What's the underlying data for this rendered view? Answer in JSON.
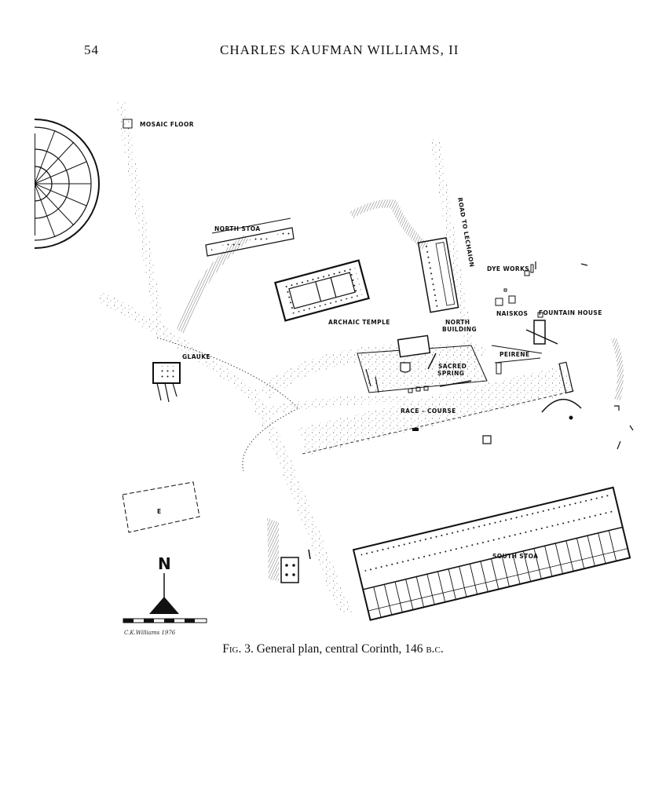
{
  "header": {
    "page_number": "54",
    "author": "CHARLES KAUFMAN WILLIAMS, II"
  },
  "plan_labels": {
    "mosaic_floor": "MOSAIC FLOOR",
    "north_stoa": "NORTH STOA",
    "road_to_lechaion": "ROAD TO LECHAION",
    "dye_works": "DYE WORKS",
    "archaic_temple": "ARCHAIC TEMPLE",
    "north_building_1": "NORTH",
    "north_building_2": "BUILDING",
    "naiskos": "NAISKOS",
    "fountain_house": "FOUNTAIN HOUSE",
    "glauke": "GLAUKE",
    "peirene": "PEIRENE",
    "sacred_spring_1": "SACRED",
    "sacred_spring_2": "SPRING",
    "race_course": "RACE – COURSE",
    "building_e": "E",
    "south_stoa": "SOUTH STOA",
    "north_arrow": "N",
    "signature": "C.K.Williams 1976"
  },
  "caption": {
    "fig_label": "Fig. 3.",
    "text": "General plan, central Corinth, 146",
    "era": "b.c."
  },
  "colors": {
    "ink": "#111111",
    "paper": "#ffffff"
  }
}
